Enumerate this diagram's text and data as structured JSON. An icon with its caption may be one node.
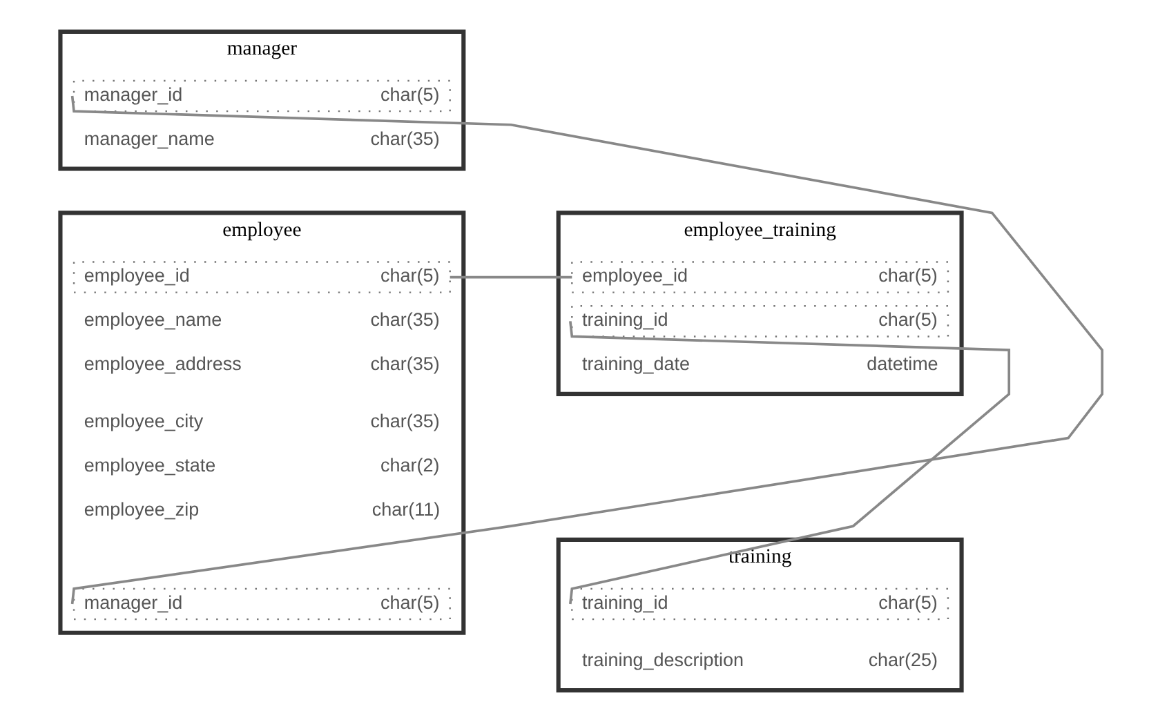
{
  "diagram": {
    "nodes": [
      {
        "text": [
          "manager"
        ]
      },
      {
        "text": [
          "manager_id",
          "char(5)"
        ],
        "in": 0
      },
      {
        "text": [
          "manager_name",
          "char(35)"
        ],
        "in": 0
      },
      {
        "text": [
          "employee"
        ]
      },
      {
        "text": [
          "employee_id",
          "char(5)"
        ],
        "in": 3
      },
      {
        "text": [
          "employee_name",
          "char(35)"
        ],
        "in": 3
      },
      {
        "text": [
          "employee_address",
          "char(35)"
        ],
        "in": 3
      },
      {
        "text": [
          "employee_city",
          "char(35)"
        ],
        "in": 3
      },
      {
        "text": [
          "employee_state",
          "char(2)"
        ],
        "in": 3
      },
      {
        "text": [
          "employee_zip",
          "char(11)"
        ],
        "in": 3
      },
      {
        "text": [
          "manager_id",
          "char(5)"
        ],
        "in": 3
      },
      {
        "text": [
          "employee_training"
        ]
      },
      {
        "text": [
          "employee_id",
          "char(5)"
        ],
        "in": 11
      },
      {
        "text": [
          "training_id",
          "char(5)"
        ],
        "in": 11
      },
      {
        "text": [
          "training_date",
          "datetime"
        ],
        "in": 11
      },
      {
        "text": [
          "training"
        ]
      },
      {
        "text": [
          "training_id",
          "char(5)"
        ],
        "in": 15
      },
      {
        "text": [
          "training_description",
          "char(25)"
        ],
        "in": 15
      }
    ],
    "edges": [
      {
        "from": 1,
        "to": 10,
        "arrow": "none"
      },
      {
        "from": 4,
        "to": 12,
        "arrow": "none"
      },
      {
        "from": 13,
        "to": 16,
        "arrow": "none"
      }
    ]
  }
}
